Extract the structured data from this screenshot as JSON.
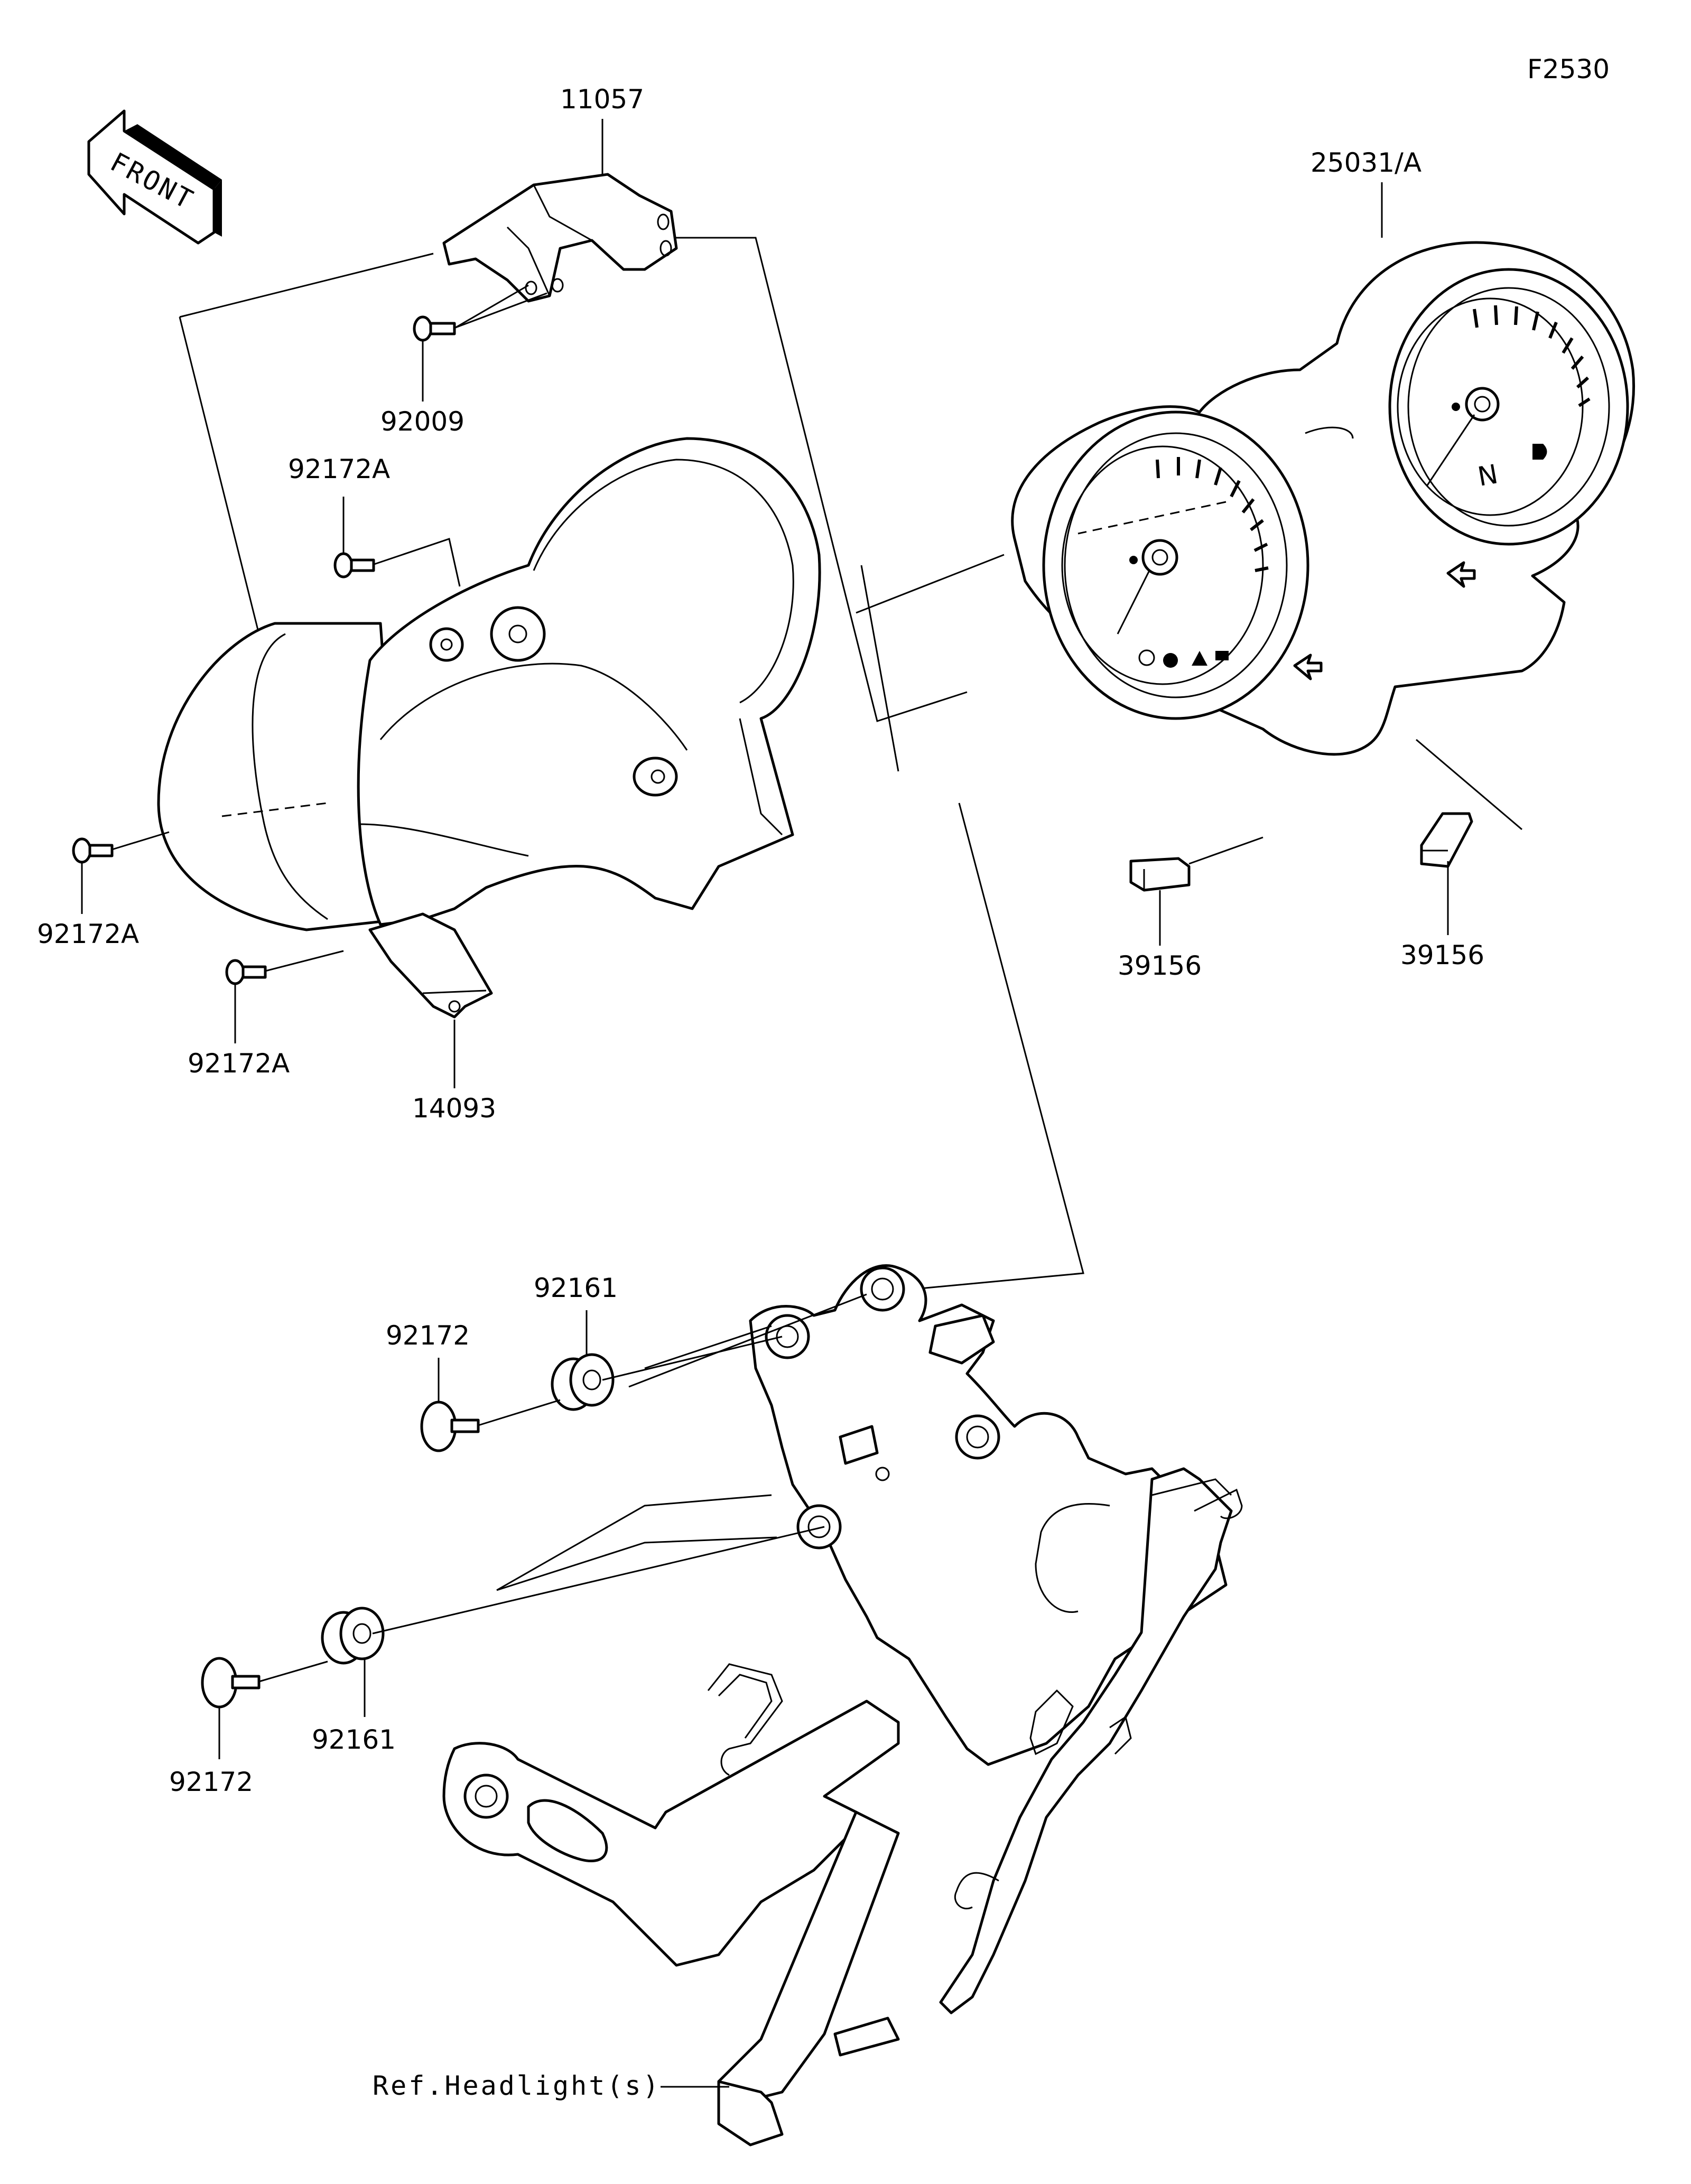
{
  "figure_code": "F2530",
  "front_badge": "FRONT",
  "callouts": {
    "c11057": "11057",
    "c92009": "92009",
    "c92172A_top": "92172A",
    "c92172A_left": "92172A",
    "c92172A_low": "92172A",
    "c14093": "14093",
    "c25031A": "25031/A",
    "c39156_left": "39156",
    "c39156_right": "39156",
    "c92161_top": "92161",
    "c92172_top": "92172",
    "c92161_bottom": "92161",
    "c92172_bottom": "92172",
    "ref_headlight": "Ref.Headlight(s)"
  }
}
